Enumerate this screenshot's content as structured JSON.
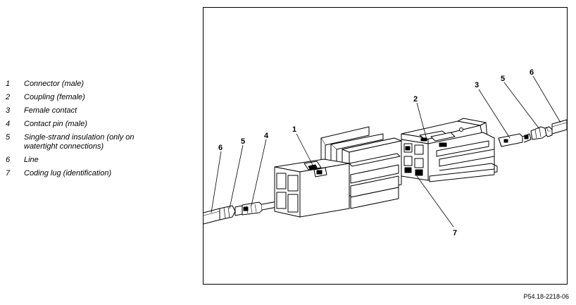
{
  "legend": [
    {
      "num": "1",
      "text": "Connector (male)"
    },
    {
      "num": "2",
      "text": "Coupling (female)"
    },
    {
      "num": "3",
      "text": "Female contact"
    },
    {
      "num": "4",
      "text": "Contact pin (male)"
    },
    {
      "num": "5",
      "text": "Single-strand insulation (only on watertight connections)"
    },
    {
      "num": "6",
      "text": "Line"
    },
    {
      "num": "7",
      "text": "Coding lug (identification)"
    }
  ],
  "callouts": {
    "c1": "1",
    "c2": "2",
    "c3": "3",
    "c4": "4",
    "c5_left": "5",
    "c5_right": "5",
    "c6_left": "6",
    "c6_right": "6",
    "c7": "7"
  },
  "reference": "P54.18-2218-06"
}
